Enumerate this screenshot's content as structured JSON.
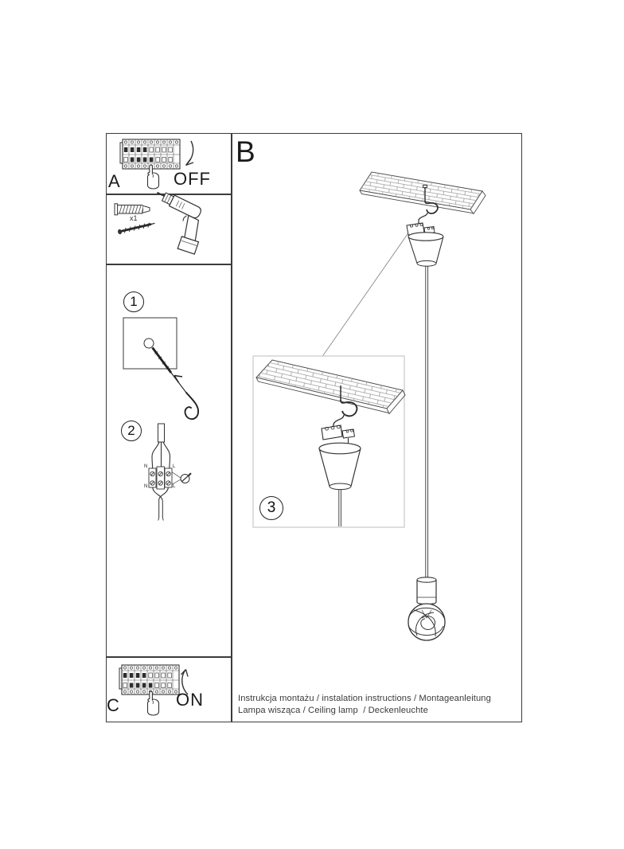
{
  "sections": {
    "a": {
      "label": "A",
      "action": "OFF"
    },
    "b": {
      "label": "B"
    },
    "c": {
      "label": "C",
      "action": "ON"
    },
    "tools": {
      "anchor_count": "x1"
    }
  },
  "steps": {
    "one": "1",
    "two": "2",
    "three": "3"
  },
  "wiring": {
    "n_top": "N",
    "l_top": "L",
    "n_bottom": "N",
    "l_bottom": "L"
  },
  "footer": {
    "line1": "Instrukcja montażu / instalation instructions / Montageanleitung",
    "line2": "Lampa wisząca / Ceiling lamp  / Deckenleuchte"
  },
  "colors": {
    "line": "#3c3c3c",
    "detail_border": "#c9c9c9",
    "brick": "#9b9b9b"
  }
}
